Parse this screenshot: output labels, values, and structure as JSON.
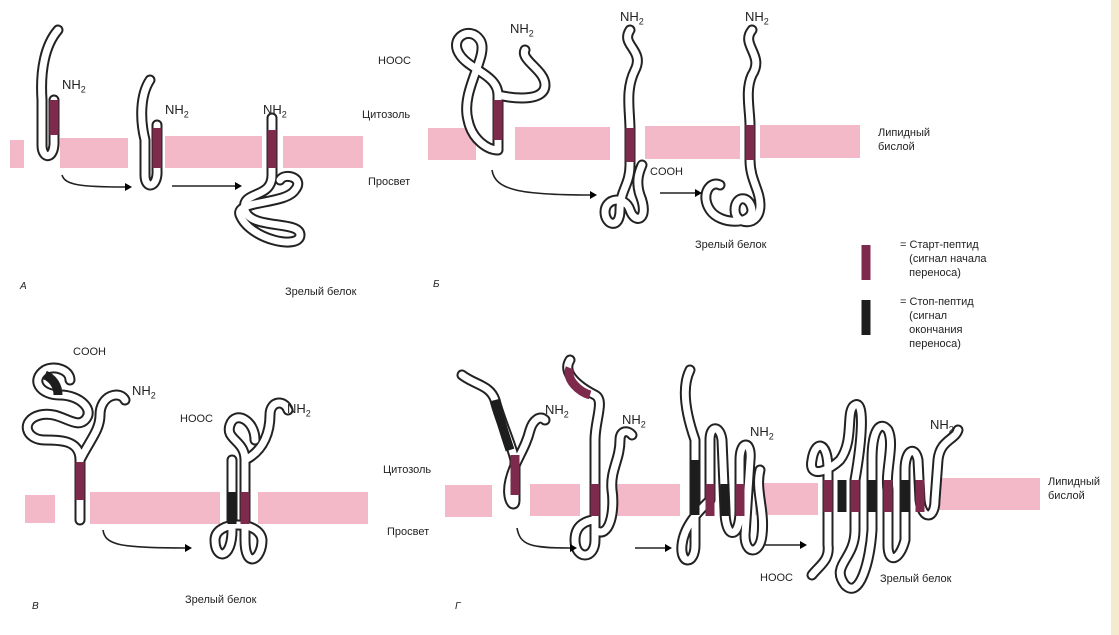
{
  "labels": {
    "nh2": "NH",
    "nh2_sub": "2",
    "cooh": "COOH",
    "hooc": "HOOC",
    "cytosol": "Цитозоль",
    "lumen": "Просвет",
    "lipid_bilayer_1": "Липидный",
    "lipid_bilayer_2": "бислой",
    "mature_protein": "Зрелый белок"
  },
  "panels": {
    "a": "А",
    "b": "Б",
    "v": "В",
    "g": "Г"
  },
  "legend": {
    "start": {
      "line1": "Старт-пептид",
      "line2": "(сигнал начала",
      "line3": "переноса)",
      "eq": "="
    },
    "stop": {
      "line1": "Стоп-пептид",
      "line2": "(сигнал",
      "line3": "окончания",
      "line4": "переноса)",
      "eq": "="
    }
  },
  "colors": {
    "membrane": "#f3b9c9",
    "start_peptide": "#7d2a4c",
    "stop_peptide": "#1d1d1d"
  }
}
